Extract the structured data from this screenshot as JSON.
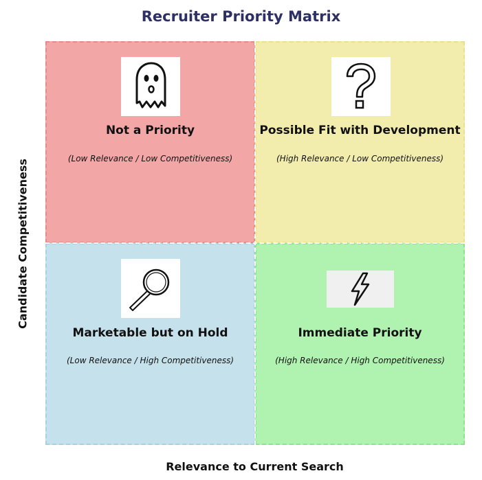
{
  "title": "Recruiter Priority Matrix",
  "axes": {
    "x_label": "Relevance to Current Search",
    "y_label": "Candidate Competitiveness"
  },
  "quadrants": {
    "top_left": {
      "heading": "Not a Priority",
      "subtitle": "(Low Relevance / Low Competitiveness)",
      "icon": "ghost-icon",
      "color": "#f2a6a6"
    },
    "top_right": {
      "heading": "Possible Fit with Development",
      "subtitle": "(High Relevance / Low Competitiveness)",
      "icon": "question-mark-icon",
      "color": "#f3edad"
    },
    "bottom_left": {
      "heading": "Marketable but on Hold",
      "subtitle": "(Low Relevance / High Competitiveness)",
      "icon": "magnifier-icon",
      "color": "#c5e1ec"
    },
    "bottom_right": {
      "heading": "Immediate Priority",
      "subtitle": "(High Relevance / High Competitiveness)",
      "icon": "lightning-bolt-icon",
      "color": "#b0f2b0"
    }
  }
}
